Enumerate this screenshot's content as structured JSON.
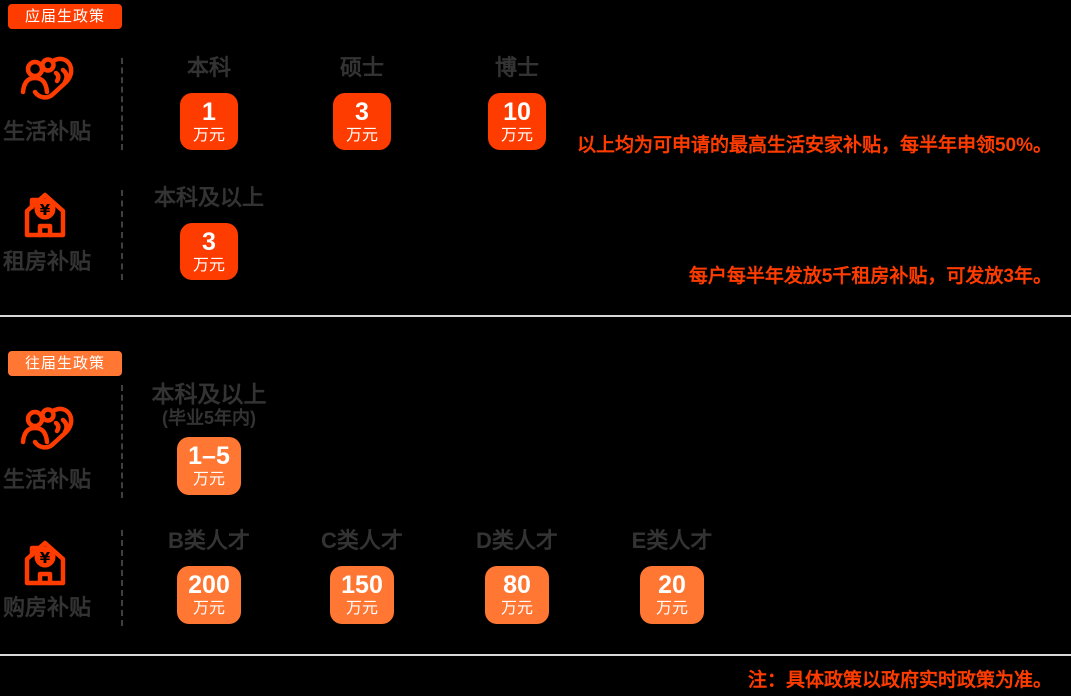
{
  "colors": {
    "primary_red": "#ff3c00",
    "secondary_orange": "#ff7733",
    "label_dark": "#333333",
    "box_text": "#ffffff",
    "divider": "#d8d8d8",
    "background": "#000000"
  },
  "sections": [
    {
      "badge": "应届生政策",
      "rows": [
        {
          "label": "生活补贴",
          "icon": "care-heart-people-icon",
          "columns": [
            {
              "header": "本科",
              "value": "1",
              "unit": "万元"
            },
            {
              "header": "硕士",
              "value": "3",
              "unit": "万元"
            },
            {
              "header": "博士",
              "value": "10",
              "unit": "万元"
            }
          ],
          "note": "以上均为可申请的最高生活安家补贴，每半年申领50%。"
        },
        {
          "label": "租房补贴",
          "icon": "house-yuan-icon",
          "columns": [
            {
              "header": "本科及以上",
              "value": "3",
              "unit": "万元"
            }
          ],
          "note": "每户每半年发放5千租房补贴，可发放3年。"
        }
      ]
    },
    {
      "badge": "往届生政策",
      "rows": [
        {
          "label": "生活补贴",
          "icon": "care-heart-people-icon",
          "columns": [
            {
              "header": "本科及以上",
              "subheader": "(毕业5年内)",
              "value": "1–5",
              "unit": "万元"
            }
          ]
        },
        {
          "label": "购房补贴",
          "icon": "house-yuan-icon",
          "columns": [
            {
              "header": "B类人才",
              "value": "200",
              "unit": "万元"
            },
            {
              "header": "C类人才",
              "value": "150",
              "unit": "万元"
            },
            {
              "header": "D类人才",
              "value": "80",
              "unit": "万元"
            },
            {
              "header": "E类人才",
              "value": "20",
              "unit": "万元"
            }
          ]
        }
      ]
    }
  ],
  "footer": {
    "note": "注：具体政策以政府实时政策为准。"
  }
}
